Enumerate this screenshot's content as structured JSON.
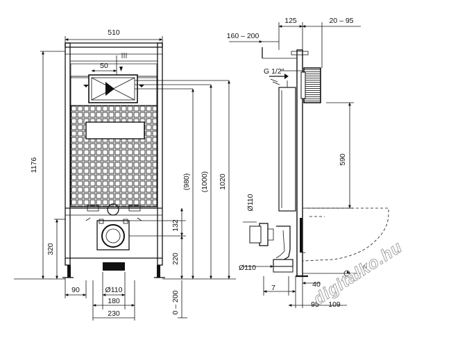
{
  "front_view": {
    "width_total": "510",
    "height_total": "1176",
    "flush_offset": "50",
    "dim_980": "(980)",
    "dim_1000": "(1000)",
    "dim_1020": "1020",
    "dim_320": "320",
    "dim_132": "132",
    "dim_220": "220",
    "dim_0_200": "0 – 200",
    "dim_90": "90",
    "dim_d110": "Ø110",
    "dim_180": "180",
    "dim_230": "230"
  },
  "side_view": {
    "dim_125": "125",
    "dim_20_95": "20 – 95",
    "dim_160_200": "160 – 200",
    "water_inlet": "G 1/2\"",
    "dim_590": "590",
    "pipe_d110_top": "Ø110",
    "pipe_d110_bottom": "Ø110",
    "dim_7": "7",
    "dim_40": "40",
    "dim_95": "95",
    "dim_109": "109",
    "zero_mark": "0"
  },
  "watermark": "digitalko.hu"
}
